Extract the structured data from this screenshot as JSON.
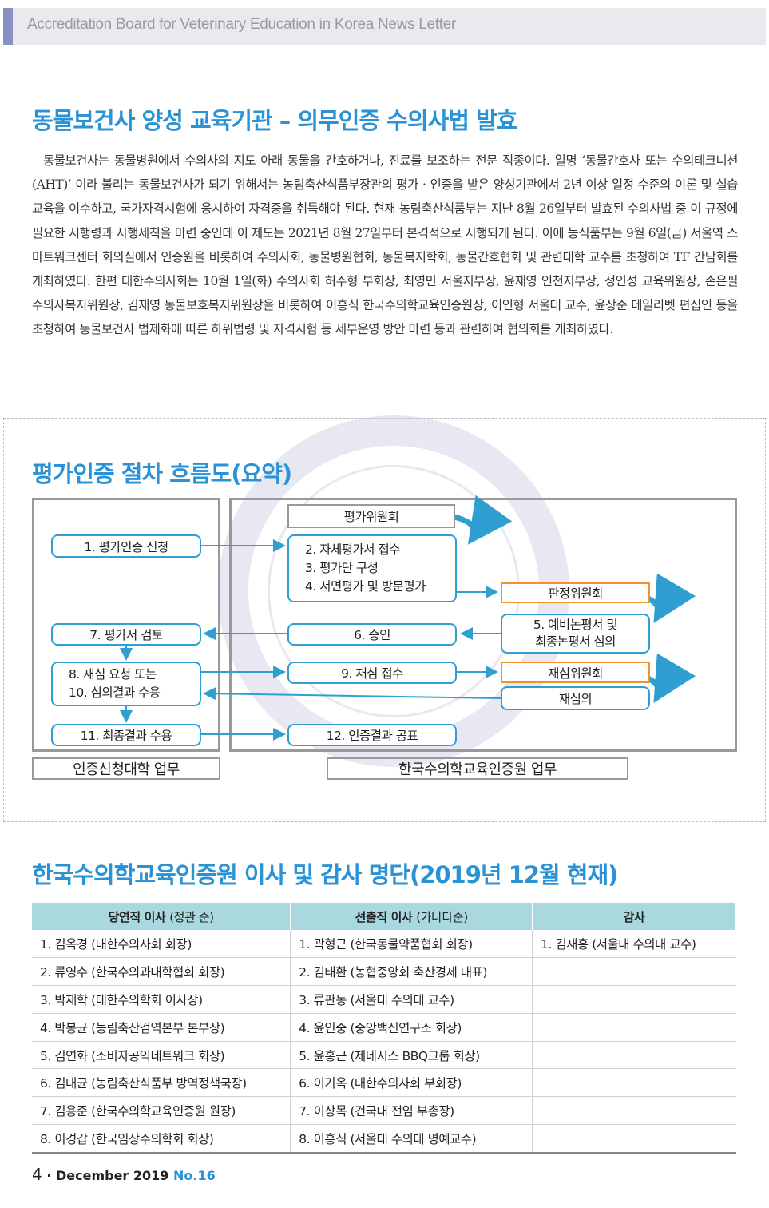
{
  "header": {
    "title": "Accreditation Board for Veterinary Education in Korea News Letter"
  },
  "article": {
    "title": "동물보건사 양성 교육기관 – 의무인증 수의사법  발효",
    "body": "동물보건사는 동물병원에서 수의사의 지도 아래 동물을 간호하거나, 진료를 보조하는 전문 직종이다.  일명 ‘동물간호사 또는 수의테크니션(AHT)’ 이라 불리는 동물보건사가 되기 위해서는 농림축산식품부장관의 평가 · 인증을 받은 양성기관에서 2년 이상 일정 수준의 이론 및 실습교육을 이수하고, 국가자격시험에 응시하여 자격증을 취득해야 된다. 현재 농림축산식품부는 지난 8월 26일부터 발효된 수의사법 중 이 규정에 필요한 시행령과 시행세칙을 마련 중인데 이 제도는 2021년 8월 27일부터 본격적으로 시행되게 된다. 이에 농식품부는 9월 6일(금) 서울역 스마트워크센터 회의실에서 인증원을 비롯하여 수의사회, 동물병원협회, 동물복지학회, 동물간호협회 및 관련대학 교수를 초청하여 TF 간담회를 개최하였다. 한편 대한수의사회는 10월 1일(화) 수의사회 허주형 부회장, 최영민 서울지부장, 윤재영 인천지부장, 정인성 교육위원장, 손은필 수의사복지위원장, 김재영 동물보호복지위원장을 비롯하여 이흥식 한국수의학교육인증원장, 이인형 서울대 교수, 윤상준 데일리벳 편집인 등을 초청하여 동물보건사 법제화에 따른 하위법령 및 자격시험 등 세부운영 방안 마련 등과 관련하여 협의회를 개최하였다."
  },
  "flow": {
    "title": "평가인증 절차 흐름도(요약)",
    "left_boxes": {
      "b1": "1. 평가인증 신청",
      "b7": "7. 평가서 검토",
      "b8a": "8. 재심 요청 또는",
      "b8b": "10. 심의결과 수용",
      "b11": "11. 최종결과 수용"
    },
    "mid_boxes": {
      "committee": "평가위원회",
      "b2": "2. 자체평가서 접수",
      "b3": "3. 평가단 구성",
      "b4": "4. 서면평가 및 방문평가",
      "b6": "6. 승인",
      "b9": "9. 재심 접수",
      "b12": "12. 인증결과 공표"
    },
    "right_boxes": {
      "judge": "판정위원회",
      "b5a": "5. 예비논평서 및",
      "b5b": "최종논평서 심의",
      "recommittee": "재심위원회",
      "review": "재심의"
    },
    "captions": {
      "left": "인증신청대학 업무",
      "right": "한국수의학교육인증원 업무"
    },
    "colors": {
      "box_border": "#2f9fd2",
      "committee_border": "#f0922e",
      "arrow": "#2f9fd2"
    }
  },
  "board": {
    "title": "한국수의학교육인증원 이사 및 감사 명단(2019년 12월 현재)",
    "columns": [
      {
        "label": "당연직 이사",
        "sub": "(정관 순)"
      },
      {
        "label": "선출직 이사",
        "sub": "(가나다순)"
      },
      {
        "label": "감사",
        "sub": ""
      }
    ],
    "rows": [
      [
        "1. 김옥경 (대한수의사회 회장)",
        "1. 곽형근 (한국동물약품협회 회장)",
        "1. 김재홍 (서울대 수의대 교수)"
      ],
      [
        "2. 류영수 (한국수의과대학협회 회장)",
        "2. 김태환 (농협중앙회 축산경제 대표)",
        ""
      ],
      [
        "3. 박재학 (대한수의학회 이사장)",
        "3. 류판동 (서울대 수의대 교수)",
        ""
      ],
      [
        "4. 박봉균 (농림축산검역본부 본부장)",
        "4. 윤인중 (중앙백신연구소 회장)",
        ""
      ],
      [
        "5. 김연화 (소비자공익네트워크 회장)",
        "5. 윤홍근 (제네시스 BBQ그룹 회장)",
        ""
      ],
      [
        "6. 김대균 (농림축산식품부 방역정책국장)",
        "6. 이기옥 (대한수의사회 부회장)",
        ""
      ],
      [
        "7. 김용준 (한국수의학교육인증원 원장)",
        "7. 이상목 (건국대 전임 부총장)",
        ""
      ],
      [
        "8. 이경갑 (한국임상수의학회 회장)",
        "8. 이흥식 (서울대 수의대 명예교수)",
        ""
      ]
    ],
    "header_color": "#a9d9df"
  },
  "footer": {
    "page": "4",
    "sep": "·",
    "date": "December 2019",
    "issue": "No.16"
  }
}
